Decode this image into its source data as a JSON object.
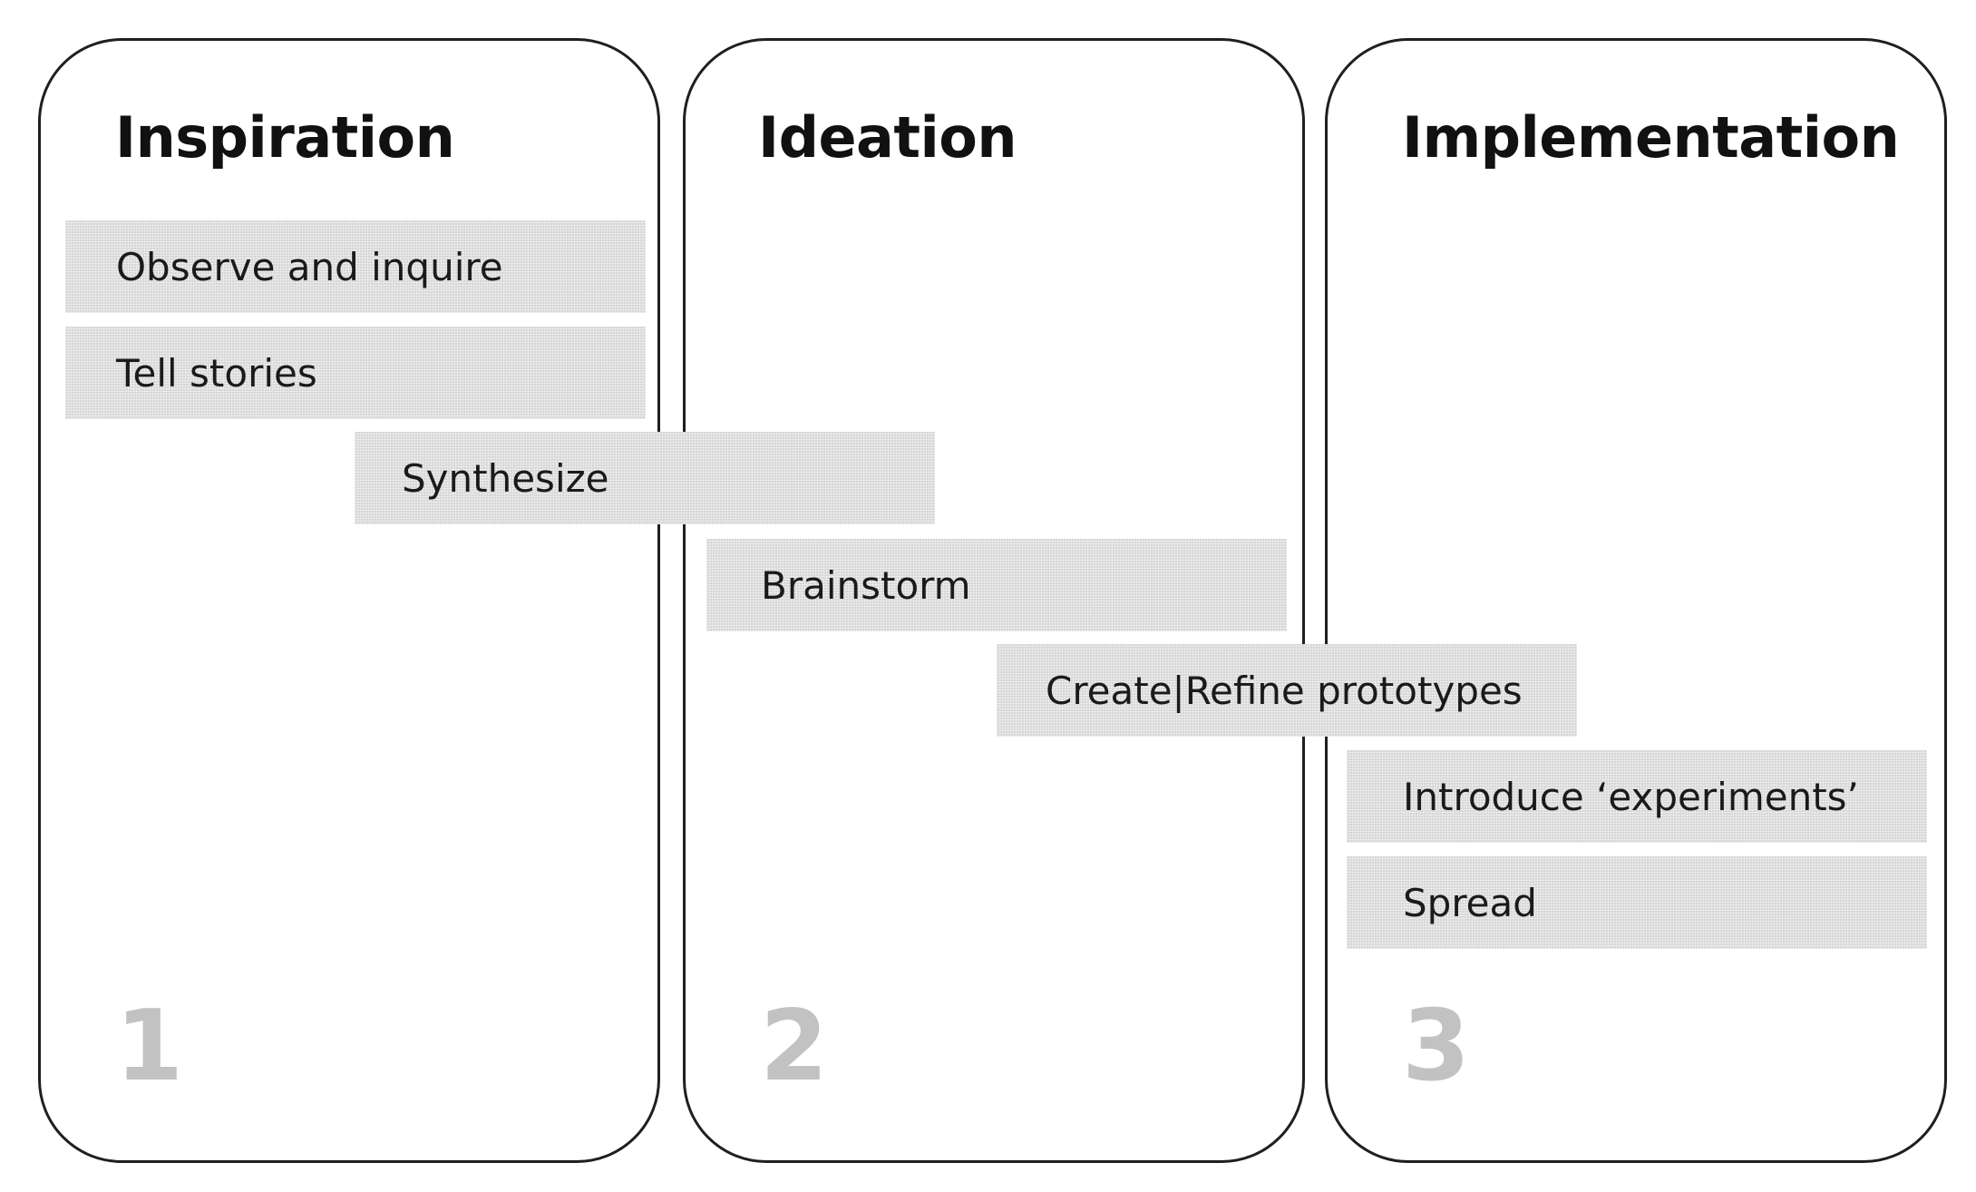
{
  "phases": [
    {
      "title": "Inspiration",
      "number": "1"
    },
    {
      "title": "Ideation",
      "number": "2"
    },
    {
      "title": "Implementation",
      "number": "3"
    }
  ],
  "steps": [
    {
      "label": "Observe and inquire"
    },
    {
      "label": "Tell stories"
    },
    {
      "label": "Synthesize"
    },
    {
      "label": "Brainstorm"
    },
    {
      "label": "Create|Refine prototypes"
    },
    {
      "label": "Introduce ‘experiments’"
    },
    {
      "label": "Spread"
    }
  ],
  "colors": {
    "border": "#1f1f1f",
    "step_fill": "#d6d6d6",
    "number": "#c2c2c2",
    "text": "#111111"
  }
}
